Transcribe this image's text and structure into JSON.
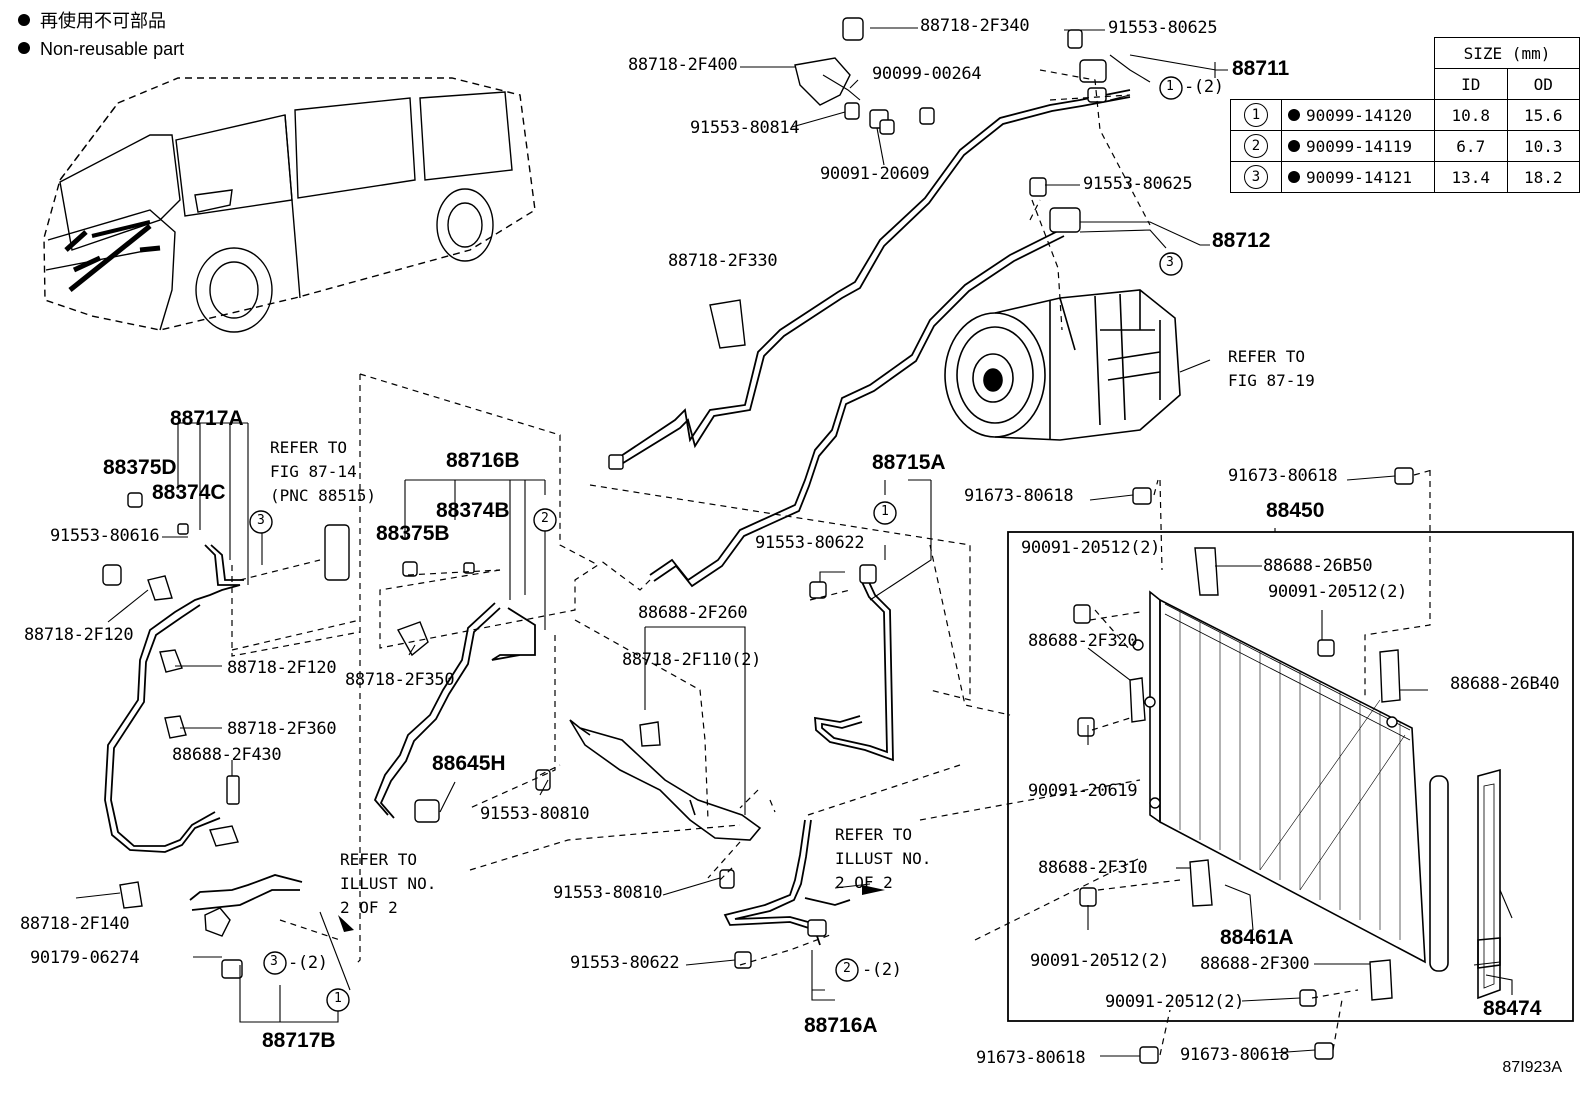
{
  "legend": {
    "line1": "再使用不可部品",
    "line2": "Non-reusable part"
  },
  "size_table": {
    "header": "SIZE (mm)",
    "col_id": "ID",
    "col_od": "OD",
    "rows": [
      {
        "ref": "1",
        "part": "90099-14120",
        "id": "10.8",
        "od": "15.6"
      },
      {
        "ref": "2",
        "part": "90099-14119",
        "id": "6.7",
        "od": "10.3"
      },
      {
        "ref": "3",
        "part": "90099-14121",
        "id": "13.4",
        "od": "18.2"
      }
    ]
  },
  "labels": {
    "p88718_2F340": "88718-2F340",
    "p91553_80625_top": "91553-80625",
    "p88711": "88711",
    "c1_top": "1",
    "c1_top_qty": "-(2)",
    "p88718_2F400": "88718-2F400",
    "p90099_00264": "90099-00264",
    "p91553_80814": "91553-80814",
    "p90091_20609": "90091-20609",
    "p91553_80625_mid": "91553-80625",
    "p88712": "88712",
    "c3_top": "3",
    "p88718_2F330": "88718-2F330",
    "refer_fig_87_19": "REFER TO\nFIG 87-19",
    "p88717A": "88717A",
    "p88375D": "88375D",
    "p88374C": "88374C",
    "refer_fig_87_14": "REFER TO\nFIG 87-14\n(PNC 88515)",
    "c3_left": "3",
    "p91553_80616": "91553-80616",
    "p88718_2F120_a": "88718-2F120",
    "p88718_2F120_b": "88718-2F120",
    "p88718_2F360": "88718-2F360",
    "p88688_2F430": "88688-2F430",
    "p88718_2F140": "88718-2F140",
    "p90179_06274": "90179-06274",
    "c3_bottom": "3",
    "c3_bottom_qty": "-(2)",
    "c1_bottom": "1",
    "p88717B": "88717B",
    "refer_illust_left": "REFER TO\nILLUST NO.\n2 OF 2",
    "p88716B": "88716B",
    "p88375B": "88375B",
    "p88374B": "88374B",
    "c2_mid": "2",
    "p88718_2F350": "88718-2F350",
    "p88645H": "88645H",
    "p91553_80810_a": "91553-80810",
    "p88688_2F260": "88688-2F260",
    "p88718_2F110": "88718-2F110(2)",
    "p91553_80810_b": "91553-80810",
    "p88715A": "88715A",
    "c1_right": "1",
    "p91553_80622_a": "91553-80622",
    "refer_illust_right": "REFER TO\nILLUST NO.\n2 OF 2",
    "p91553_80622_b": "91553-80622",
    "c2_bottom": "2",
    "c2_bottom_qty": "-(2)",
    "p88716A": "88716A",
    "p91673_80618_a": "91673-80618",
    "p91673_80618_b": "91673-80618",
    "p88450": "88450",
    "p90091_20512_a": "90091-20512(2)",
    "p88688_26B50": "88688-26B50",
    "p90091_20512_b": "90091-20512(2)",
    "p88688_2F320": "88688-2F320",
    "p88688_26B40": "88688-26B40",
    "p90091_20619": "90091-20619",
    "p88688_2F310": "88688-2F310",
    "p88461A": "88461A",
    "p90091_20512_c": "90091-20512(2)",
    "p88688_2F300": "88688-2F300",
    "p90091_20512_d": "90091-20512(2)",
    "p88474": "88474",
    "p91673_80618_c": "91673-80618",
    "p91673_80618_d": "91673-80618"
  },
  "figure_id": "87I923A"
}
